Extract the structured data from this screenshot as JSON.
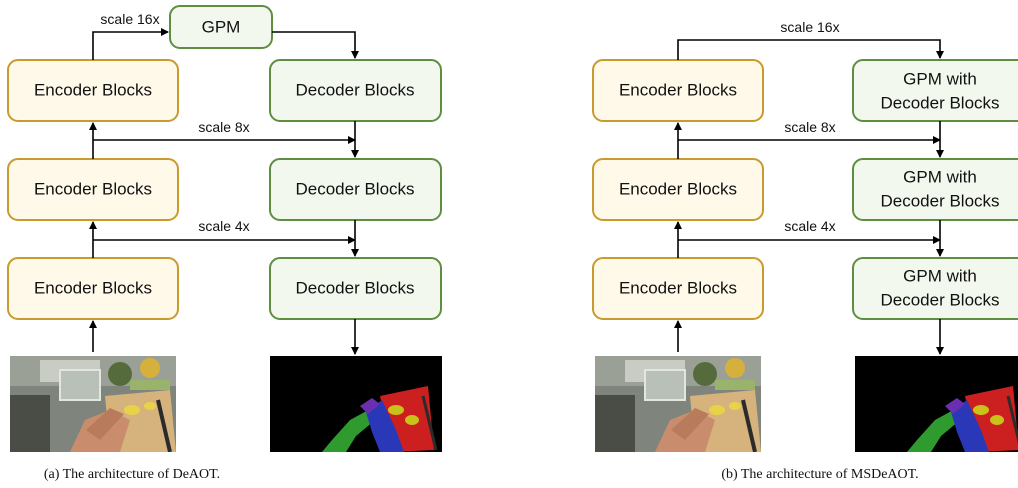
{
  "labels": {
    "encoder": "Encoder Blocks",
    "decoder": "Decoder Blocks",
    "gpm": "GPM",
    "gpm_dec_line1": "GPM with",
    "gpm_dec_line2": "Decoder Blocks",
    "scale16": "scale 16x",
    "scale8": "scale 8x",
    "scale4": "scale 4x"
  },
  "captions": {
    "a": "(a) The architecture of DeAOT.",
    "b": "(b) The architecture of MSDeAOT."
  },
  "colors": {
    "encoder_fill": "#fff9ea",
    "encoder_border": "#c99a2e",
    "decoder_fill": "#f3f8ee",
    "decoder_border": "#5e8e41",
    "mask_background": "#000000",
    "mask_red": "#cc1f1f",
    "mask_green": "#2f9b2f",
    "mask_blue": "#2a38b8",
    "mask_yellow": "#c9c21a"
  }
}
